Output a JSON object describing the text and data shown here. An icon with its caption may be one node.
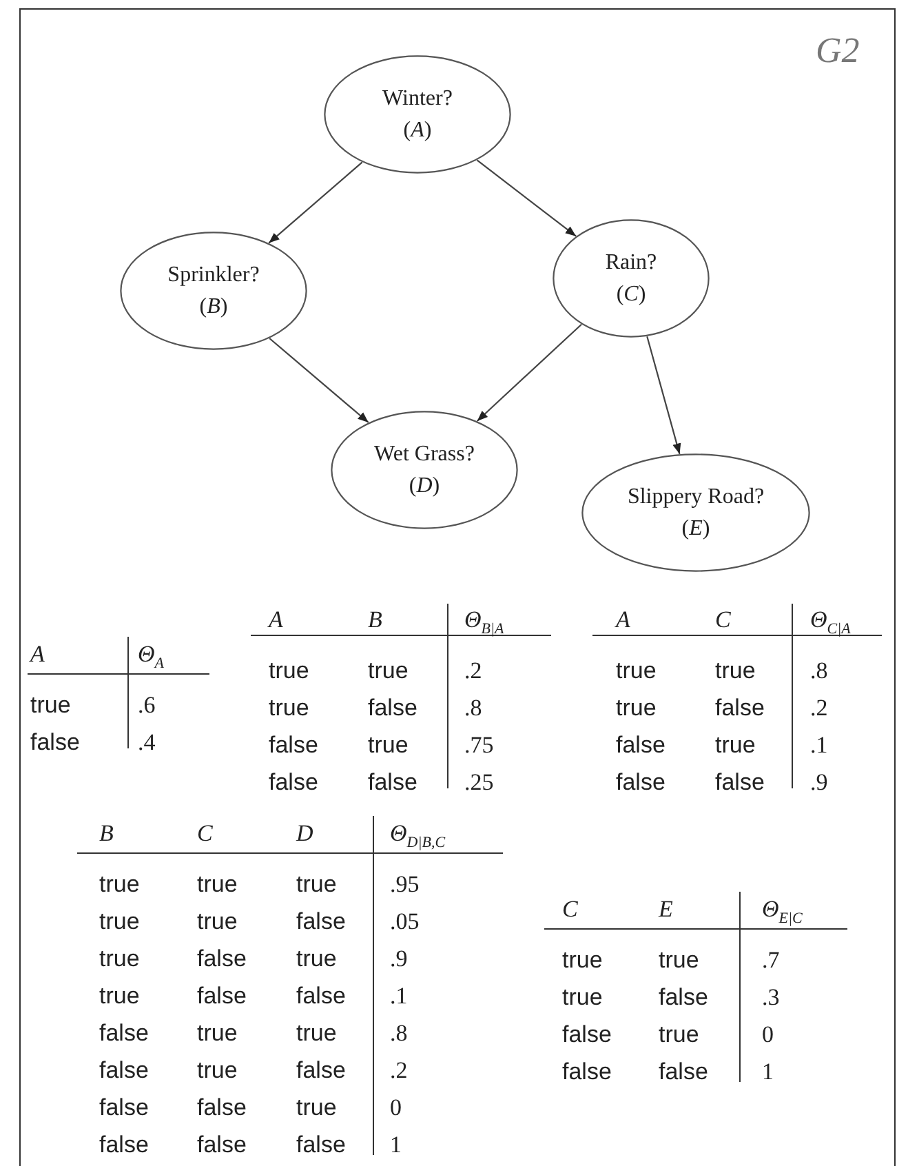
{
  "diagram": {
    "nodes": [
      {
        "text": [
          "Winter?",
          "(*A*)"
        ]
      },
      {
        "text": [
          "Sprinkler?",
          "(*B*)"
        ]
      },
      {
        "text": [
          "Rain?",
          "(*C*)"
        ]
      },
      {
        "text": [
          "Wet Grass?",
          "(*D*)"
        ]
      },
      {
        "text": [
          "Slippery Road?",
          "(*E*)"
        ]
      }
    ],
    "edges": [
      {
        "from": 0,
        "to": 1,
        "arrow": "to"
      },
      {
        "from": 0,
        "to": 2,
        "arrow": "to"
      },
      {
        "from": 1,
        "to": 3,
        "arrow": "to"
      },
      {
        "from": 2,
        "to": 3,
        "arrow": "to"
      },
      {
        "from": 2,
        "to": 4,
        "arrow": "to"
      }
    ],
    "labels": [
      "G2",
      "A",
      "Θ$_{A}$",
      "true",
      ".6",
      "false",
      ".4",
      "A",
      "B",
      "Θ$_{B|A}$",
      "true",
      "true",
      ".2",
      "true",
      "false",
      ".8",
      "false",
      "true",
      ".75",
      "false",
      "false",
      ".25",
      "A",
      "C",
      "Θ$_{C|A}$",
      "true",
      "true",
      ".8",
      "true",
      "false",
      ".2",
      "false",
      "true",
      ".1",
      "false",
      "false",
      ".9",
      "B",
      "C",
      "D",
      "Θ$_{D|B,C}$",
      "true",
      "true",
      "true",
      ".95",
      "true",
      "true",
      "false",
      ".05",
      "true",
      "false",
      "true",
      ".9",
      "true",
      "false",
      "false",
      ".1",
      "false",
      "true",
      "true",
      ".8",
      "false",
      "true",
      "false",
      ".2",
      "false",
      "false",
      "true",
      "0",
      "false",
      "false",
      "false",
      "1",
      "C",
      "E",
      "Θ$_{E|C}$",
      "true",
      "true",
      ".7",
      "true",
      "false",
      ".3",
      "false",
      "true",
      "0",
      "false",
      "false",
      "1"
    ]
  }
}
